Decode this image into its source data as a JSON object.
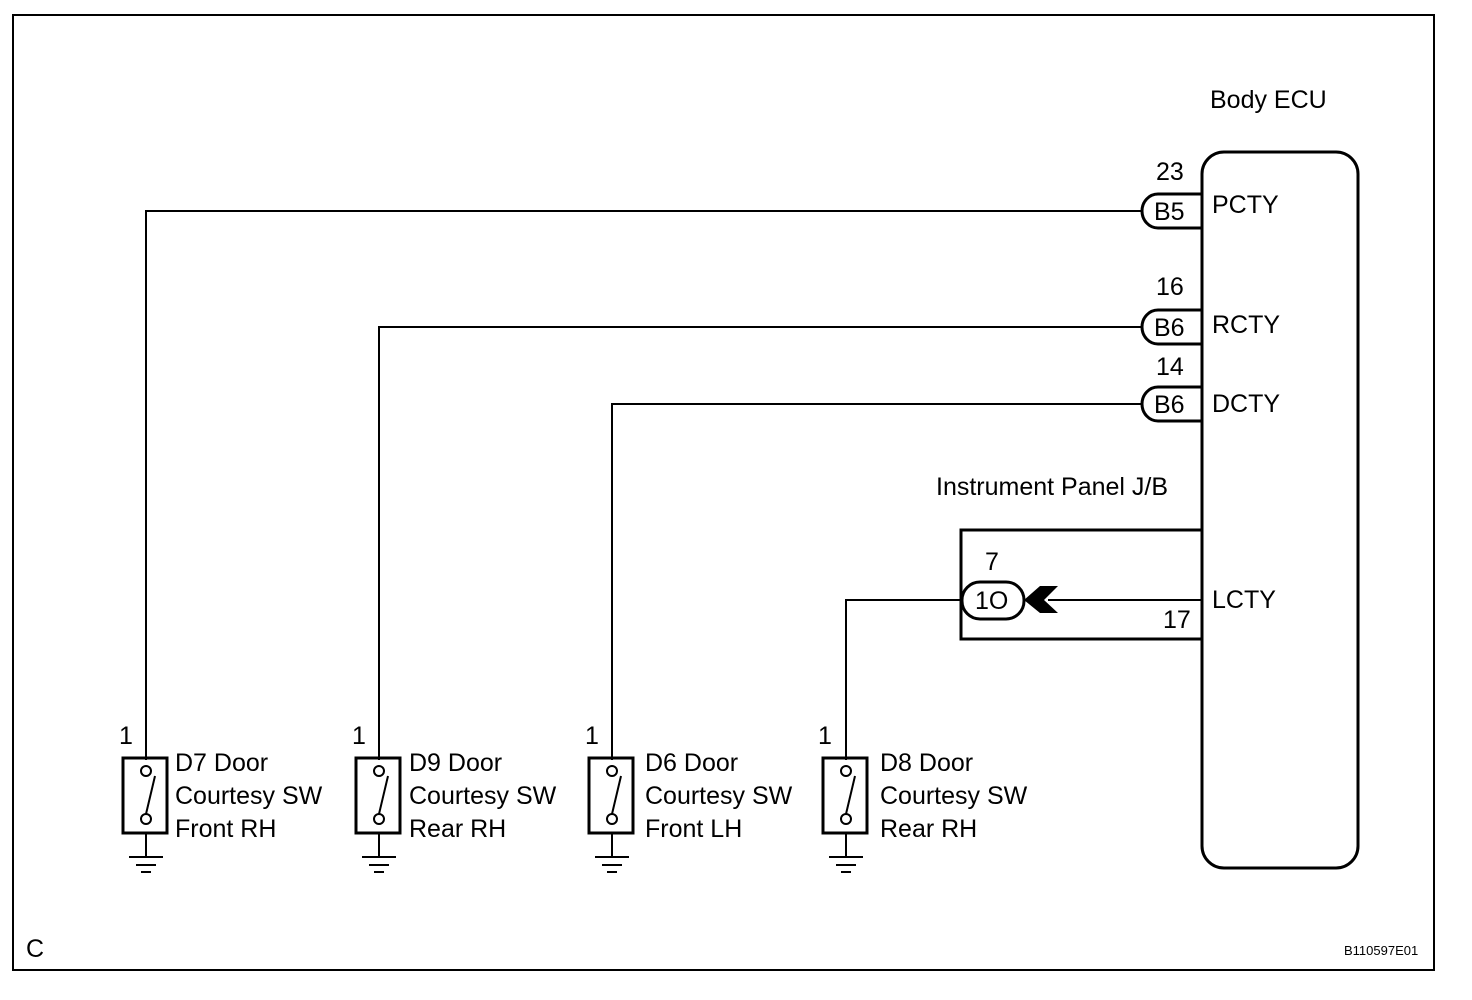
{
  "ecu": {
    "title": "Body ECU",
    "pins": [
      {
        "number": "23",
        "connector": "B5",
        "signal": "PCTY"
      },
      {
        "number": "16",
        "connector": "B6",
        "signal": "RCTY"
      },
      {
        "number": "14",
        "connector": "B6",
        "signal": "DCTY"
      },
      {
        "number": "17",
        "connector": "",
        "signal": "LCTY"
      }
    ]
  },
  "junction_block": {
    "title": "Instrument Panel J/B",
    "pin_number": "7",
    "connector": "1O"
  },
  "switches": [
    {
      "pin": "1",
      "lines": [
        "D7 Door",
        "Courtesy SW",
        "Front RH"
      ]
    },
    {
      "pin": "1",
      "lines": [
        "D9 Door",
        "Courtesy SW",
        "Rear RH"
      ]
    },
    {
      "pin": "1",
      "lines": [
        "D6 Door",
        "Courtesy SW",
        "Front LH"
      ]
    },
    {
      "pin": "1",
      "lines": [
        "D8 Door",
        "Courtesy SW",
        "Rear RH"
      ]
    }
  ],
  "corner_label": "C",
  "figure_code": "B110597E01"
}
